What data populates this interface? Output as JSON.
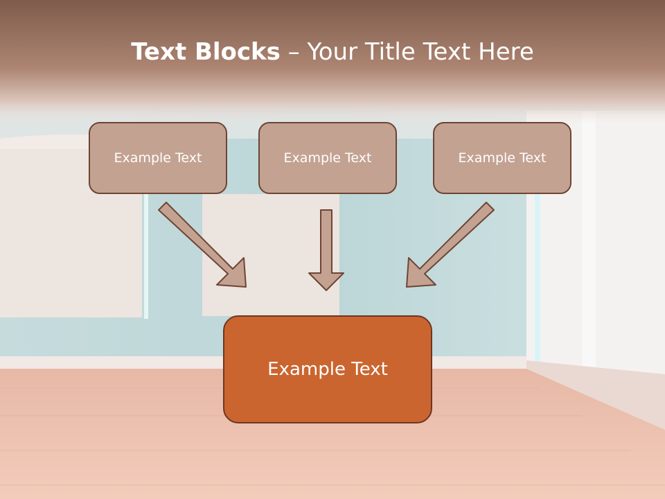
{
  "slide": {
    "title_bold": "Text Blocks",
    "title_rest": " – Your Title Text Here"
  },
  "boxes": {
    "top": [
      "Example Text",
      "Example Text",
      "Example Text"
    ],
    "bottom": "Example Text"
  },
  "colors": {
    "header": "#a57d6b",
    "box_fill": "#c3a292",
    "box_border": "#6e4433",
    "main_box_fill": "#cb6530",
    "arrow_fill": "#c3a292"
  }
}
